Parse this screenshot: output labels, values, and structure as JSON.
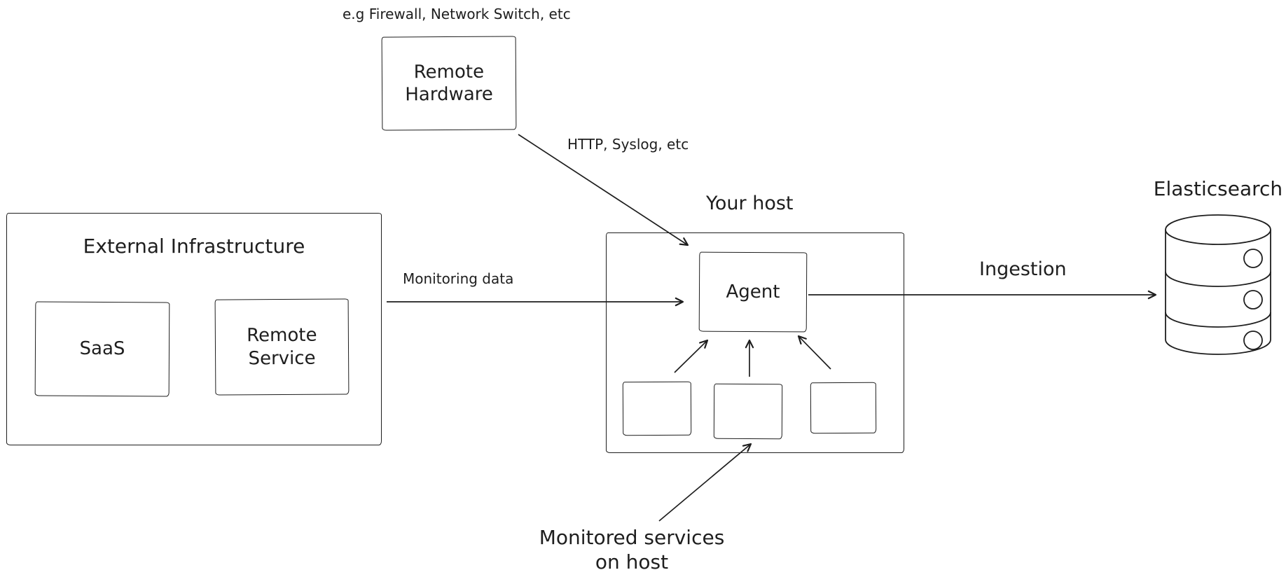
{
  "nodes": {
    "remote_hardware": "Remote\nHardware",
    "external_infrastructure": "External Infrastructure",
    "saas": "SaaS",
    "remote_service": "Remote\nService",
    "your_host": "Your host",
    "agent": "Agent",
    "elasticsearch": "Elasticsearch"
  },
  "annotations": {
    "hardware_examples": "e.g Firewall, Network Switch, etc",
    "http_syslog": "HTTP, Syslog, etc",
    "monitoring_data": "Monitoring data",
    "ingestion": "Ingestion",
    "monitored_services": "Monitored services\non host"
  },
  "icons": {
    "database_icon": "elasticsearch-database-cylinder"
  },
  "colors": {
    "stroke": "#1e1e1e",
    "background": "#ffffff"
  }
}
